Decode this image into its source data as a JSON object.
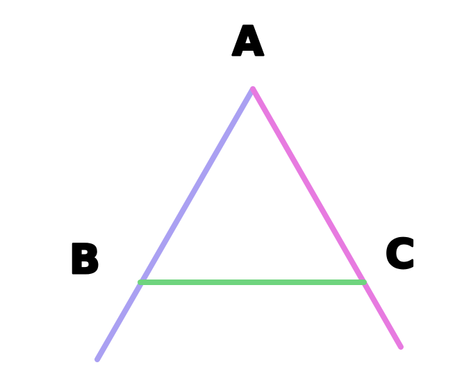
{
  "labels": {
    "a": "A",
    "b": "B",
    "c": "C"
  },
  "colors": {
    "line_ab": "#aaa0f2",
    "line_ac": "#e77ae0",
    "line_bc": "#6fd47e",
    "text": "#000000",
    "background": "#ffffff"
  }
}
